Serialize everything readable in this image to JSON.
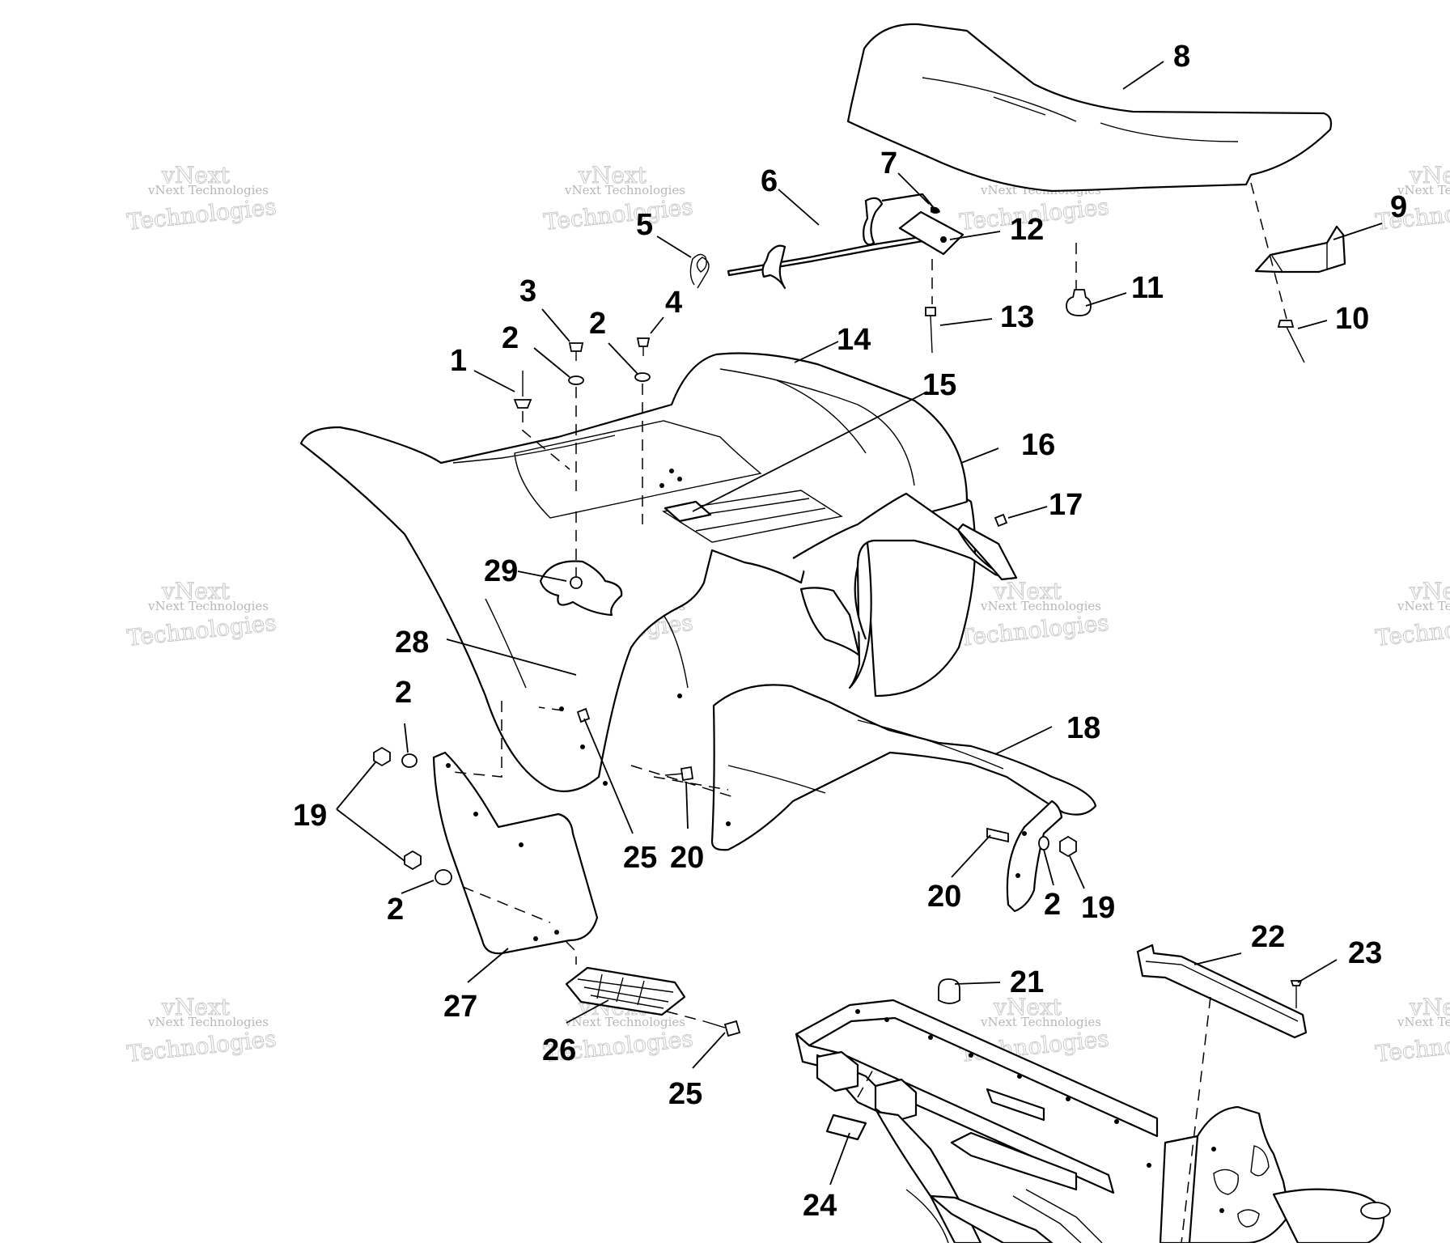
{
  "diagram": {
    "callouts": [
      {
        "id": "c1",
        "text": "1"
      },
      {
        "id": "c2a",
        "text": "2"
      },
      {
        "id": "c3",
        "text": "3"
      },
      {
        "id": "c2b",
        "text": "2"
      },
      {
        "id": "c4",
        "text": "4"
      },
      {
        "id": "c5",
        "text": "5"
      },
      {
        "id": "c6",
        "text": "6"
      },
      {
        "id": "c7",
        "text": "7"
      },
      {
        "id": "c8",
        "text": "8"
      },
      {
        "id": "c9",
        "text": "9"
      },
      {
        "id": "c10",
        "text": "10"
      },
      {
        "id": "c11",
        "text": "11"
      },
      {
        "id": "c12",
        "text": "12"
      },
      {
        "id": "c13",
        "text": "13"
      },
      {
        "id": "c14",
        "text": "14"
      },
      {
        "id": "c15",
        "text": "15"
      },
      {
        "id": "c16",
        "text": "16"
      },
      {
        "id": "c17",
        "text": "17"
      },
      {
        "id": "c18",
        "text": "18"
      },
      {
        "id": "c19a",
        "text": "19"
      },
      {
        "id": "c2c",
        "text": "2"
      },
      {
        "id": "c2d",
        "text": "2"
      },
      {
        "id": "c25a",
        "text": "25"
      },
      {
        "id": "c20a",
        "text": "20"
      },
      {
        "id": "c20b",
        "text": "20"
      },
      {
        "id": "c2e",
        "text": "2"
      },
      {
        "id": "c19b",
        "text": "19"
      },
      {
        "id": "c21",
        "text": "21"
      },
      {
        "id": "c22",
        "text": "22"
      },
      {
        "id": "c23",
        "text": "23"
      },
      {
        "id": "c24",
        "text": "24"
      },
      {
        "id": "c25b",
        "text": "25"
      },
      {
        "id": "c26",
        "text": "26"
      },
      {
        "id": "c27",
        "text": "27"
      },
      {
        "id": "c28",
        "text": "28"
      },
      {
        "id": "c29",
        "text": "29"
      }
    ]
  },
  "watermark": {
    "line1": "vNext",
    "line2": "vNext Technologies",
    "line3": "Technologies"
  }
}
